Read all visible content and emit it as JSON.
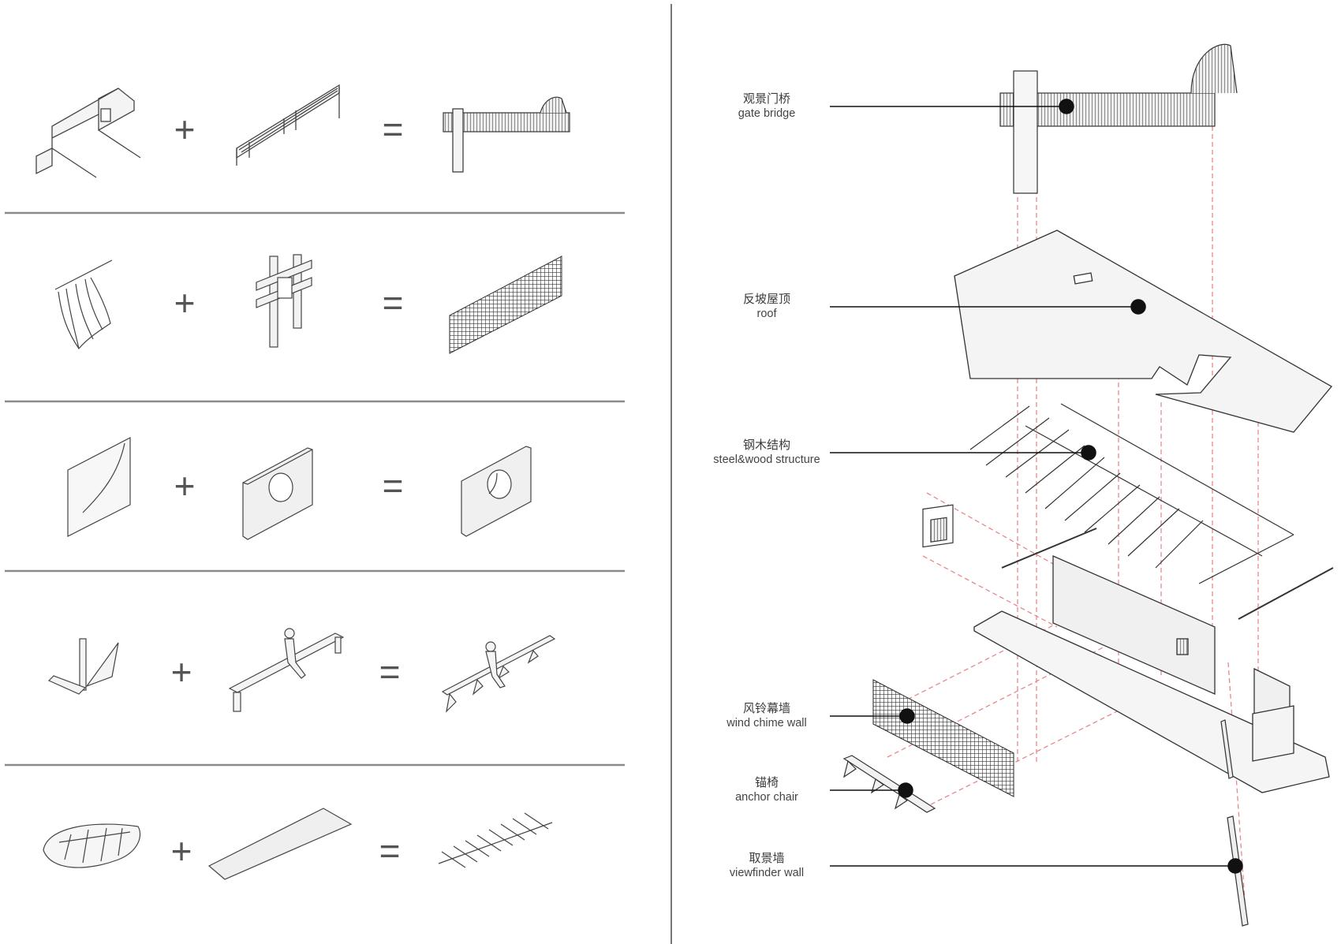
{
  "left_panel": {
    "rows": [
      {
        "name": "gate-bridge-row",
        "plus": "+",
        "equals": "="
      },
      {
        "name": "wind-chime-row",
        "plus": "+",
        "equals": "="
      },
      {
        "name": "viewfinder-row",
        "plus": "+",
        "equals": "="
      },
      {
        "name": "anchor-chair-row",
        "plus": "+",
        "equals": "="
      },
      {
        "name": "roof-structure-row",
        "plus": "+",
        "equals": "="
      }
    ]
  },
  "labels": {
    "gate_bridge": {
      "zh": "观景门桥",
      "en": "gate bridge"
    },
    "roof": {
      "zh": "反坡屋顶",
      "en": "roof"
    },
    "structure": {
      "zh": "钢木结构",
      "en": "steel&wood structure"
    },
    "wind_chime": {
      "zh": "风铃幕墙",
      "en": "wind chime wall"
    },
    "anchor_chair": {
      "zh": "锚椅",
      "en": "anchor chair"
    },
    "viewfinder": {
      "zh": "取景墙",
      "en": "viewfinder wall"
    }
  },
  "colors": {
    "line": "#333333",
    "divider": "#8a8a8a",
    "projection": "#e8888a",
    "fill": "#f1f1f1"
  }
}
